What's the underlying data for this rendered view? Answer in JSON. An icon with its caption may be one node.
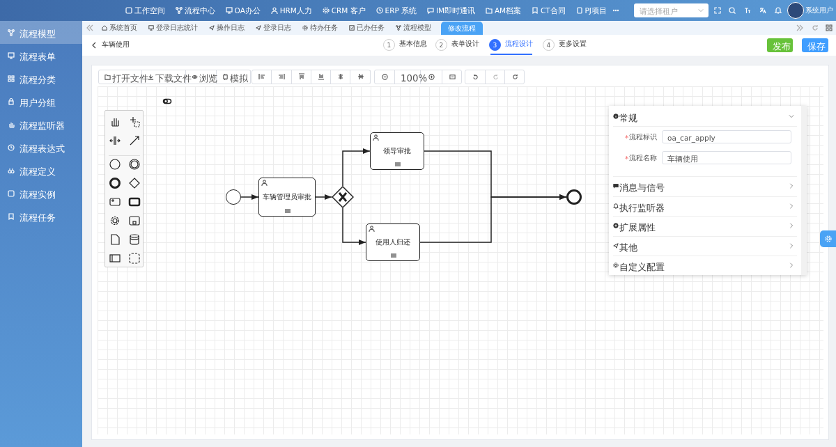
{
  "diagram": {
    "nodes": [
      {
        "text": [],
        "shape": "circle"
      },
      {
        "text": [
          "车辆管理员审批"
        ]
      },
      {
        "text": [],
        "shape": "diamond"
      },
      {
        "text": [
          "领导审批"
        ]
      },
      {
        "text": [
          "使用人归还"
        ]
      },
      {
        "text": [],
        "shape": "circle"
      }
    ],
    "edges": [
      {
        "from": 0,
        "to": 1,
        "arrow": "to"
      },
      {
        "from": 1,
        "to": 2,
        "arrow": "to"
      },
      {
        "from": 2,
        "to": 3,
        "arrow": "to"
      },
      {
        "from": 2,
        "to": 4,
        "arrow": "to"
      },
      {
        "from": 3,
        "to": 5,
        "arrow": "to"
      },
      {
        "from": 4,
        "to": 5,
        "arrow": "to"
      }
    ],
    "labels": [
      "工作空间",
      "流程中心",
      "OA办公",
      "HRM人力",
      "CRM 客户",
      "ERP 系统",
      "IM即时通讯",
      "AM档案",
      "CT合同",
      "PJ项目",
      "请选择租户",
      "系统用户",
      "流程模型",
      "流程表单",
      "流程分类",
      "用户分组",
      "流程监听器",
      "流程表达式",
      "流程定义",
      "流程实例",
      "流程任务",
      "系统首页",
      "登录日志统计",
      "操作日志",
      "登录日志",
      "待办任务",
      "已办任务",
      "流程模型",
      "修改流程",
      "车辆使用",
      "1",
      "基本信息",
      "2",
      "表单设计",
      "3",
      "流程设计",
      "4",
      "更多设置",
      "发布",
      "保存",
      "打开文件",
      "下载文件",
      "浏览",
      "模拟",
      "100%",
      "常规",
      "*",
      "流程标识",
      "oa_car_apply",
      "*",
      "流程名称",
      "车辆使用",
      "消息与信号",
      "执行监听器",
      "扩展属性",
      "其他",
      "自定义配置"
    ]
  }
}
